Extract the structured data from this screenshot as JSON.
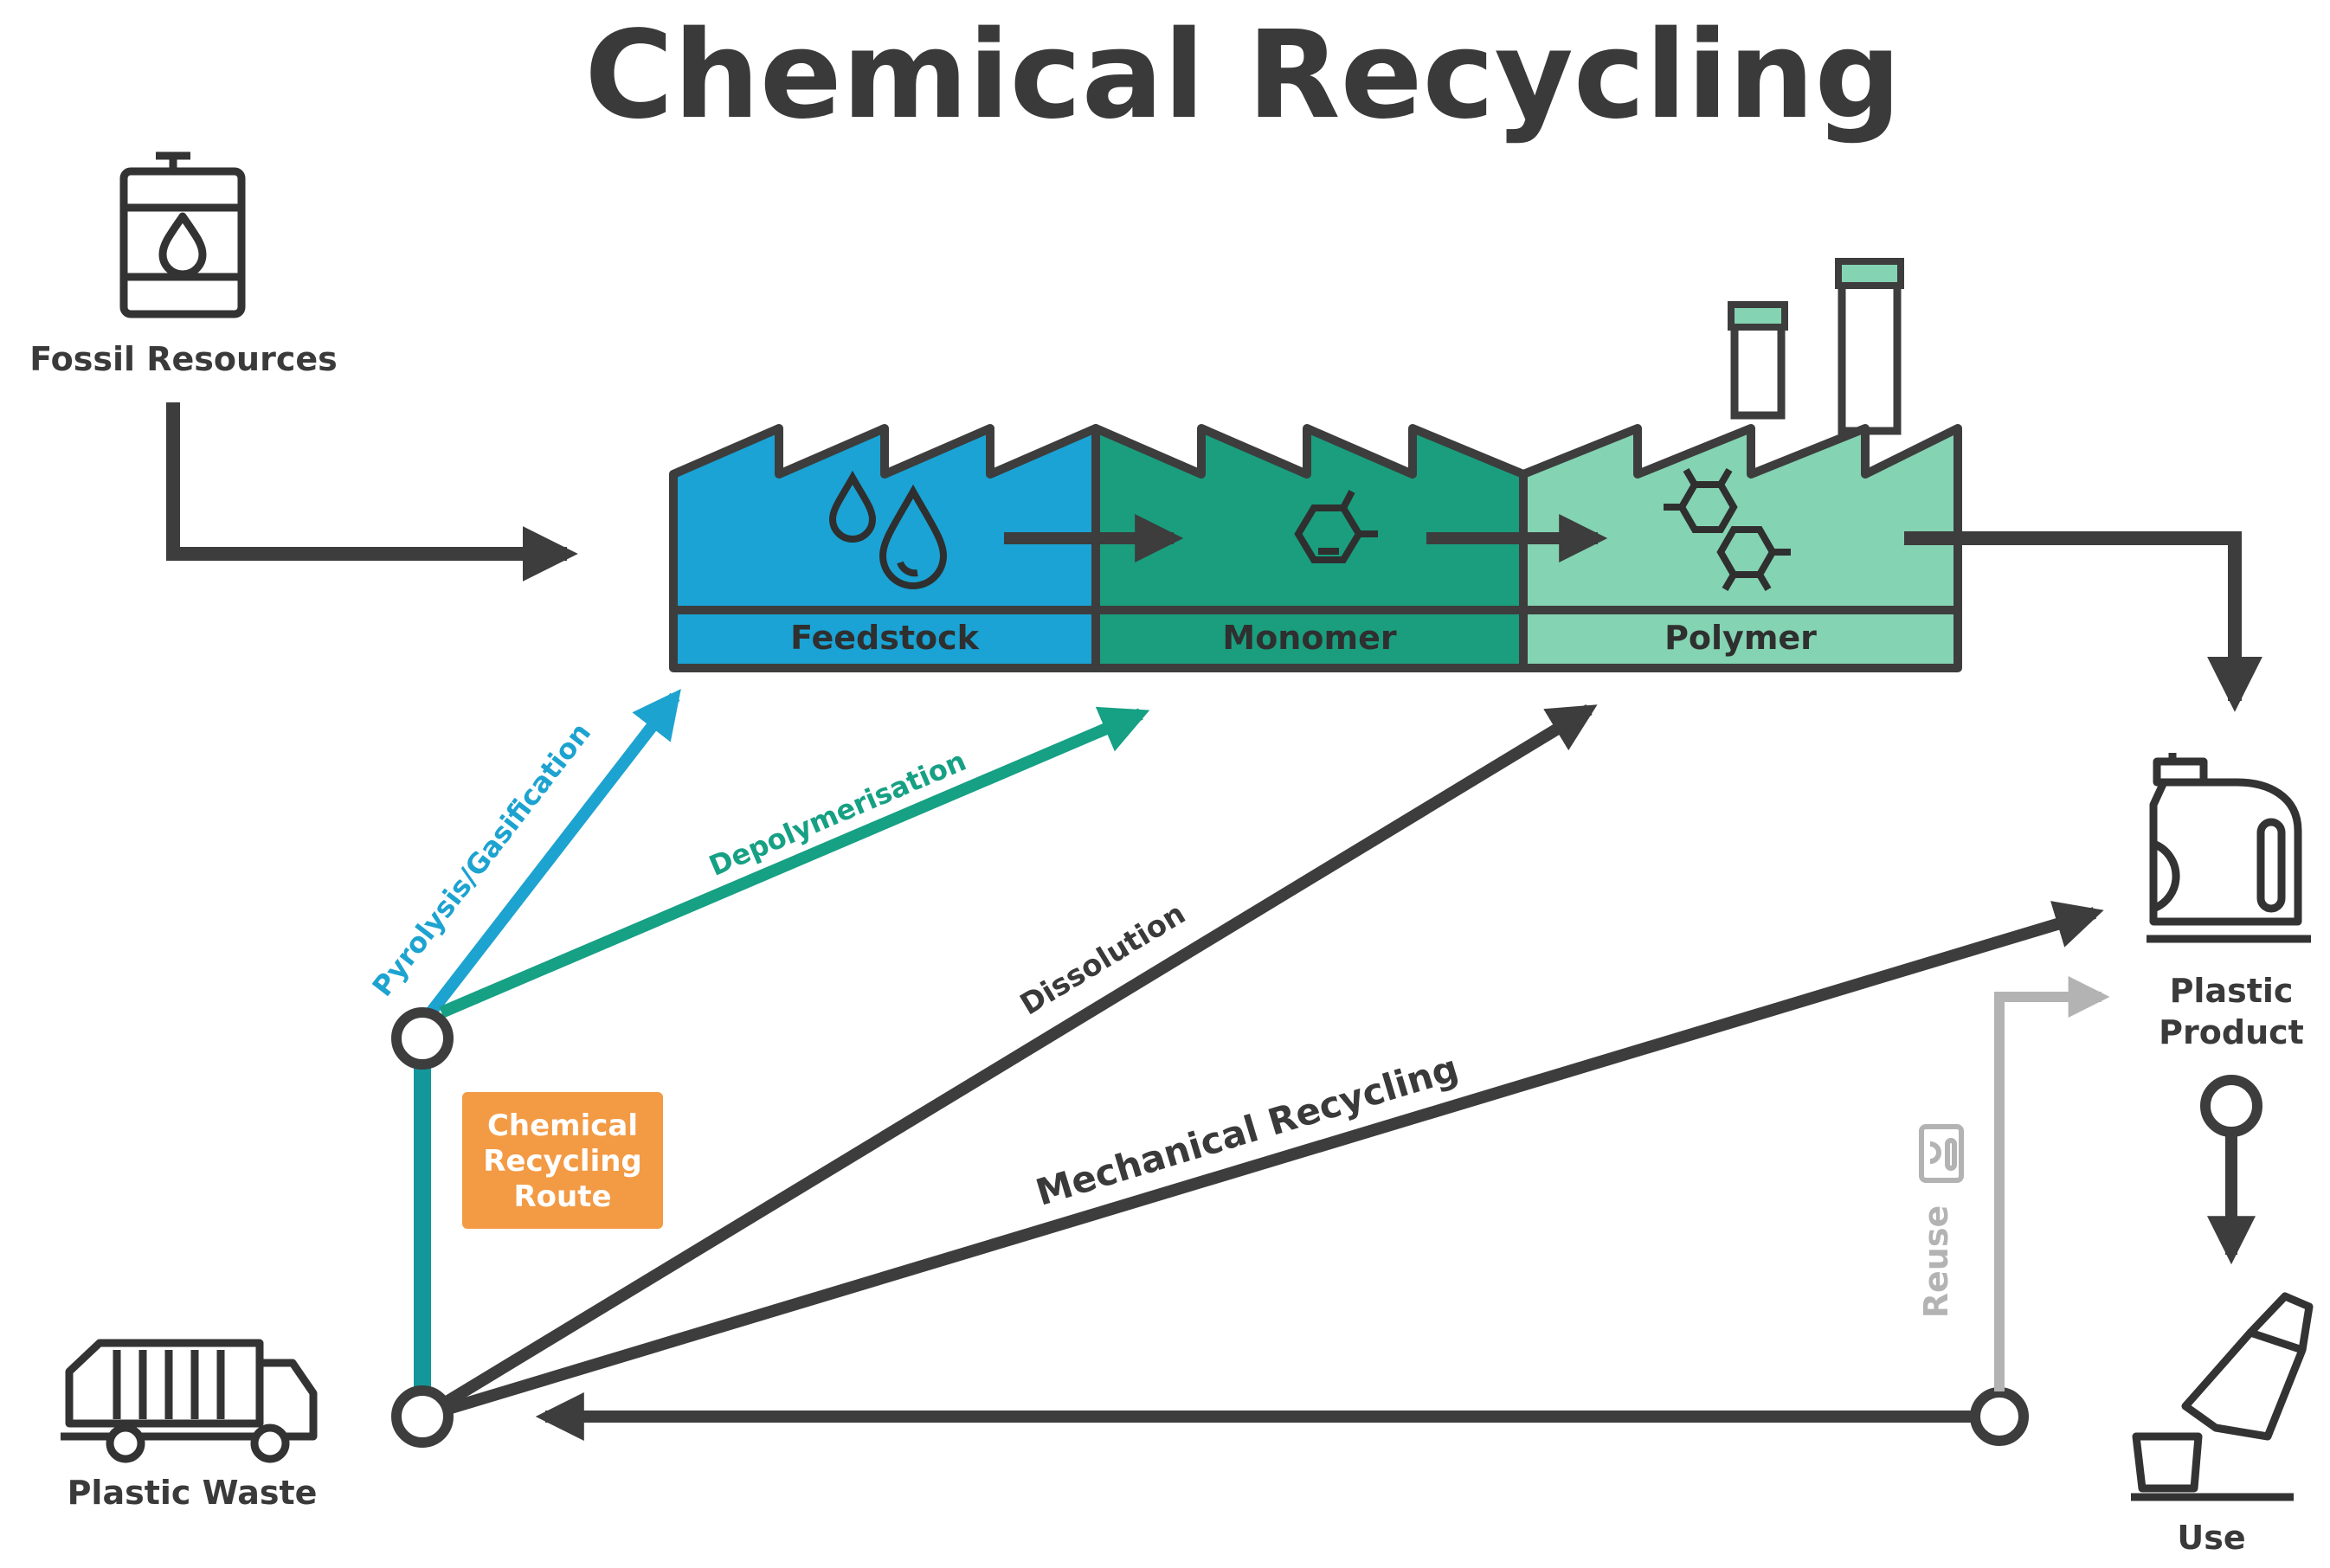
{
  "title": "Chemical Recycling",
  "nodes": {
    "fossil": "Fossil Resources",
    "feedstock": "Feedstock",
    "monomer": "Monomer",
    "polymer": "Polymer",
    "product_line1": "Plastic",
    "product_line2": "Product",
    "use": "Use",
    "waste": "Plastic Waste"
  },
  "routes": {
    "pyrolysis": "Pyrolysis/Gasification",
    "depolymerisation": "Depolymerisation",
    "dissolution": "Dissolution",
    "mechanical": "Mechanical Recycling",
    "reuse": "Reuse"
  },
  "route_box": {
    "line1": "Chemical",
    "line2": "Recycling",
    "line3": "Route"
  },
  "colors": {
    "feedstock": "#1aa3d4",
    "monomer": "#1a9e7e",
    "polymer": "#84d3b3",
    "outline": "#3d3d3d",
    "pyrolysis_arrow": "#1da3d0",
    "depolymerisation_arrow": "#16a084",
    "route_box": "#f39a45",
    "reuse_arrow": "#b3b3b3"
  }
}
